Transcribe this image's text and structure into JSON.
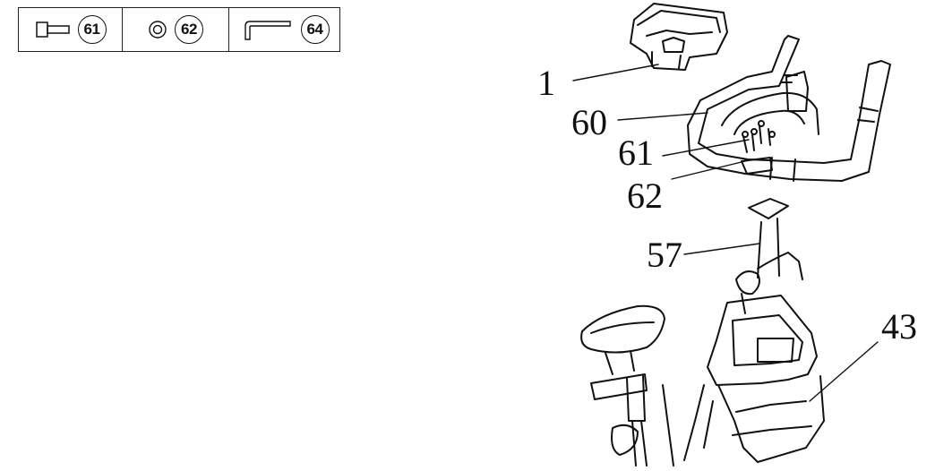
{
  "parts_table": {
    "items": [
      {
        "icon": "bolt-icon",
        "number": "61"
      },
      {
        "icon": "washer-icon",
        "number": "62"
      },
      {
        "icon": "allen-key-icon",
        "number": "64"
      }
    ]
  },
  "callouts": {
    "c1": "1",
    "c60": "60",
    "c61": "61",
    "c62": "62",
    "c57": "57",
    "c43": "43"
  },
  "colors": {
    "line": "#111111",
    "background": "#ffffff"
  }
}
